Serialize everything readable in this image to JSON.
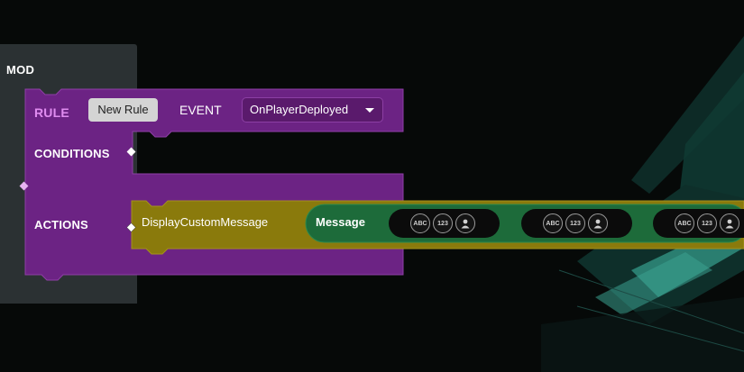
{
  "mod": {
    "label": "MOD"
  },
  "rule": {
    "label": "RULE",
    "name": "New Rule",
    "event_label": "EVENT",
    "event_value": "OnPlayerDeployed"
  },
  "conditions": {
    "label": "CONDITIONS"
  },
  "actions": {
    "label": "ACTIONS",
    "function": "DisplayCustomMessage",
    "message_label": "Message",
    "slots": [
      {
        "abc": "ABC",
        "num": "123"
      },
      {
        "abc": "ABC",
        "num": "123"
      },
      {
        "abc": "ABC",
        "num": "123"
      }
    ]
  },
  "colors": {
    "rule_block": "#6c2384",
    "action_block": "#8a7a0c",
    "message_block": "#1d6b3a",
    "mod_panel": "#2b3133",
    "rule_label": "#e08cf0"
  },
  "icons": [
    "dropdown-caret-icon",
    "text-type-icon",
    "number-type-icon",
    "player-type-icon",
    "connector-diamond-icon"
  ]
}
